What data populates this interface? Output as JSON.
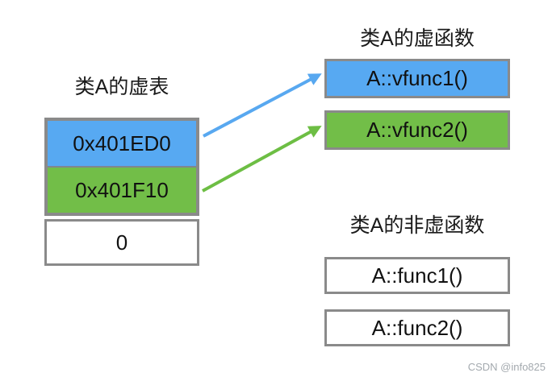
{
  "vtable": {
    "title": "类A的虚表",
    "rows": [
      {
        "label": "0x401ED0",
        "bg": "#57a9f2"
      },
      {
        "label": "0x401F10",
        "bg": "#72be48"
      },
      {
        "label": "0",
        "bg": "#ffffff"
      }
    ]
  },
  "virtual_functions": {
    "title": "类A的虚函数",
    "items": [
      {
        "label": "A::vfunc1()",
        "bg": "#57a9f2"
      },
      {
        "label": "A::vfunc2()",
        "bg": "#72be48"
      }
    ]
  },
  "non_virtual_functions": {
    "title": "类A的非虚函数",
    "items": [
      {
        "label": "A::func1()",
        "bg": "#ffffff"
      },
      {
        "label": "A::func2()",
        "bg": "#ffffff"
      }
    ]
  },
  "arrows": [
    {
      "name": "slot1-to-vfunc1",
      "color": "#58a8f0"
    },
    {
      "name": "slot2-to-vfunc2",
      "color": "#6dbe44"
    }
  ],
  "watermark": "CSDN @info825",
  "colors": {
    "border_gray": "#8a8a8a",
    "divider_gray": "#7e8691",
    "background": "#ffffff"
  }
}
